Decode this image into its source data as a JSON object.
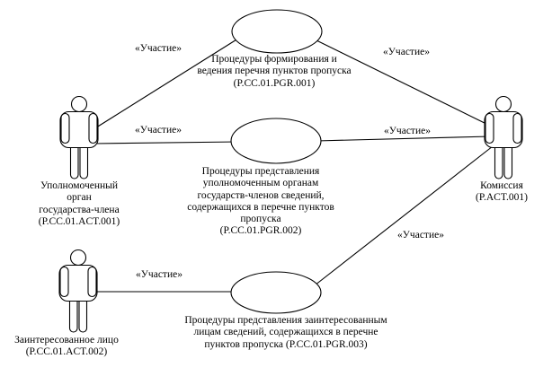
{
  "page": {
    "background_color": "#ffffff"
  },
  "diagram": {
    "type": "uml-use-case-diagram",
    "language": "ru",
    "stroke_color": "#000000",
    "text_color": "#000000",
    "actors": [
      {
        "id": "P.CC.01.ACT.001",
        "label": "Уполномоченный\nорган\nгосударства-члена\n(P.CC.01.ACT.001)"
      },
      {
        "id": "P.CC.01.ACT.002",
        "label": "Заинтересованное лицо\n(P.CC.01.ACT.002)"
      },
      {
        "id": "P.ACT.001",
        "label": "Комиссия\n(P.ACT.001)"
      }
    ],
    "use_cases": [
      {
        "id": "P.CC.01.PGR.001",
        "label": "Процедуры формирования и\nведения перечня пунктов пропуска\n(P.CC.01.PGR.001)"
      },
      {
        "id": "P.CC.01.PGR.002",
        "label": "Процедуры представления\nуполномоченным органам\nгосударств-членов сведений,\nсодержащихся в перечне пунктов\nпропуска\n(P.CC.01.PGR.002)"
      },
      {
        "id": "P.CC.01.PGR.003",
        "label": "Процедуры представления заинтересованным\nлицам сведений, содержащихся в перечне\nпунктов пропуска (P.CC.01.PGR.003)"
      }
    ],
    "connections": [
      {
        "from": "P.CC.01.ACT.001",
        "to": "P.CC.01.PGR.001",
        "label": "«Участие»"
      },
      {
        "from": "P.CC.01.PGR.001",
        "to": "P.ACT.001",
        "label": "«Участие»"
      },
      {
        "from": "P.CC.01.ACT.001",
        "to": "P.CC.01.PGR.002",
        "label": "«Участие»"
      },
      {
        "from": "P.CC.01.PGR.002",
        "to": "P.ACT.001",
        "label": "«Участие»"
      },
      {
        "from": "P.ACT.001",
        "to": "P.CC.01.PGR.003",
        "label": "«Участие»"
      },
      {
        "from": "P.CC.01.ACT.002",
        "to": "P.CC.01.PGR.003",
        "label": "«Участие»"
      }
    ]
  }
}
